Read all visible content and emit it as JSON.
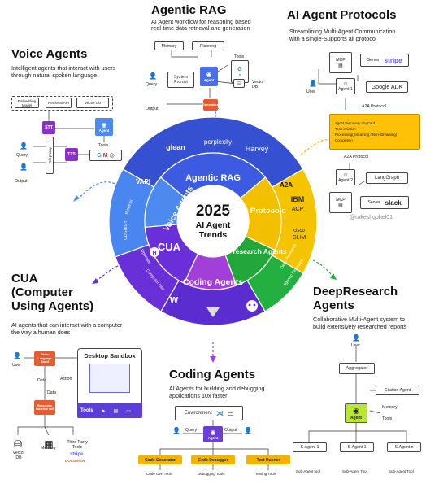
{
  "center": {
    "year": "2025",
    "line1": "AI Agent",
    "line2": "Trends"
  },
  "wheel": {
    "agentic_rag": "Agentic RAG",
    "voice_agents": "Voice Agents",
    "agent_protocols": "Agent Protocols",
    "cua": "CUA",
    "deep_research": "Deep research Agents",
    "coding_agents": "Coding Agents",
    "logos": {
      "gleen": "glean",
      "perplexity": "perplexity",
      "harvey": "Harvey",
      "vapi": "VAPI",
      "retell": "Retell AI",
      "cognigy": "COGNIGY",
      "a2a": "A2A",
      "ibm": "IBM",
      "acp": "ACP",
      "cisco": "cisco",
      "slim": "SLIM",
      "h": "H",
      "operator": "Operator",
      "computer_use": "Computer Use",
      "openai": "Deep Research",
      "agentic_research": "Agentic Research"
    },
    "colors": {
      "rag": "#3d5be0",
      "voice": "#4d8af0",
      "protocols": "#f2c000",
      "deep": "#22a83a",
      "coding": "#a23fd8",
      "cua": "#6a2fd8"
    }
  },
  "rag": {
    "title": "Agentic RAG",
    "desc1": "AI Agent workflow for reasoning based",
    "desc2": "real-time data retrieval and generation",
    "memory": "Memory",
    "planning": "Planning",
    "tools": "Tools",
    "query": "Query",
    "system_prompt": "System Prompt",
    "agent": "Agent",
    "vector_db": "Vector DB",
    "output": "Output",
    "generation": "Generation"
  },
  "voice": {
    "title": "Voice Agents",
    "desc1": "Intelligent agents that interact with users",
    "desc2": "through natural spoken language.",
    "embedding": "Embedding Model",
    "retrieval": "Retrieval API",
    "vector_db": "Vector Db",
    "stt": "STT",
    "tts": "TTS",
    "agent": "Agent",
    "query": "Query",
    "output": "Output",
    "telephony": "Telephony",
    "tools": "Tools"
  },
  "protocols": {
    "title": "AI Agent Protocols",
    "desc1": "Streamlining Multi-Agent Communication",
    "desc2": "with a single-Supports all protocol",
    "mcp": "MCP",
    "server": "Server",
    "stripe": "stripe",
    "user": "User",
    "agent1": "Agent 1",
    "google_adk": "Google ADK",
    "a2a_protocol": "A2A Protocol",
    "features": [
      "Agent Discovery Via Card",
      "Task initiation",
      "Processing(Streaming / Non-Streaming)",
      "Completion"
    ],
    "a2a_protocol2": "A2A Protocol",
    "agent2": "Agent 2",
    "langgraph": "LangGraph",
    "mcp2": "MCP",
    "server2": "Server",
    "slack": "slack",
    "watermark": "@rakeshgohel01"
  },
  "cua": {
    "title1": "CUA",
    "title2": "(Computer",
    "title3": "Using Agents)",
    "desc1": "AI agents that can interact with a computer",
    "desc2": "the way a human does",
    "user": "User",
    "vlm": "Vision Language Model",
    "data": "Data",
    "data2": "Data",
    "action": "Action",
    "desktop": "Desktop Sandbox",
    "tools": "Tools",
    "reasoning": "Reasoning Function call",
    "vector_db": "Vector DB",
    "memory": "Memory",
    "third_party": "Third Party Tools",
    "stripe": "stripe",
    "brand2": "DOCUSIGN"
  },
  "coding": {
    "title": "Coding Agents",
    "desc1": "AI Agents for building and debugging",
    "desc2": "applications 10x faster",
    "environment": "Environment",
    "query": "Query",
    "agent": "Agent",
    "output": "Output",
    "user": "User",
    "generator": "Code Generator",
    "debugger": "Code Debugger",
    "test_runner": "Test Runner",
    "gen_tools": "Code Gen Tools",
    "debug_tools": "Debugging Tools",
    "test_tools": "Testing Tools"
  },
  "deep": {
    "title1": "DeepResearch",
    "title2": "Agents",
    "desc1": "Collaborative Multi-Agent system to",
    "desc2": "build extensively researched reports",
    "user": "User",
    "aggregator": "Aggregator",
    "citation": "Citation Agent",
    "memory": "Memory",
    "tools": "Tools",
    "agent": "Agent",
    "sub1": "S-Agent 1",
    "sub2": "S-Agent 1",
    "sub3": "S-Agent n",
    "subtool1": "Sub-Agent tool",
    "subtool2": "Sub-Agent Tool",
    "subtool3": "Sub-Agent Tool"
  }
}
